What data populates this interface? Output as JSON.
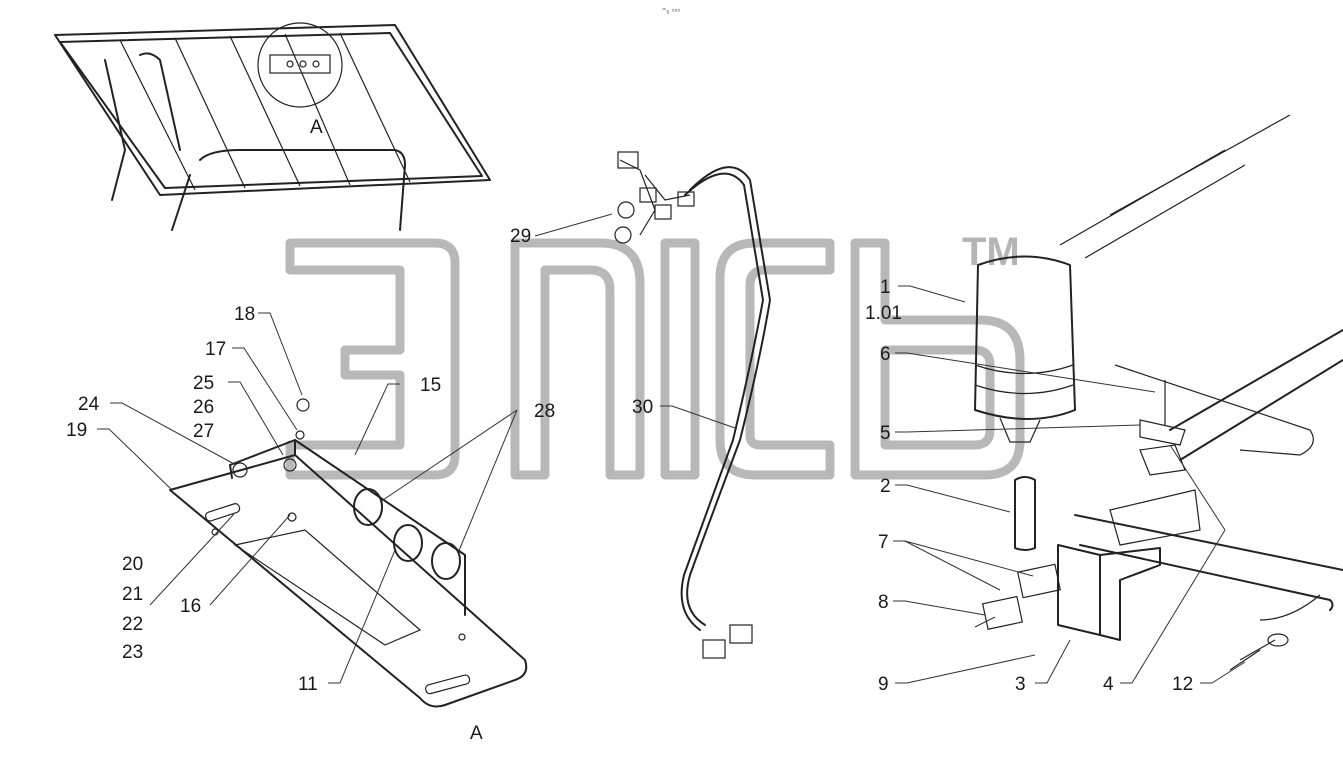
{
  "header_mark": "⁼₅ ▫▫▫",
  "watermark": {
    "trademark": "TM"
  },
  "view_letter": "A",
  "callouts": {
    "c1": "1",
    "c1_01": "1.01",
    "c2": "2",
    "c3": "3",
    "c4": "4",
    "c5": "5",
    "c6": "6",
    "c7": "7",
    "c8": "8",
    "c9": "9",
    "c11": "11",
    "c12": "12",
    "c15": "15",
    "c16": "16",
    "c17": "17",
    "c18": "18",
    "c19": "19",
    "c20": "20",
    "c21": "21",
    "c22": "22",
    "c23": "23",
    "c24": "24",
    "c25": "25",
    "c26": "26",
    "c27": "27",
    "c28": "28",
    "c29": "29",
    "c30": "30"
  }
}
